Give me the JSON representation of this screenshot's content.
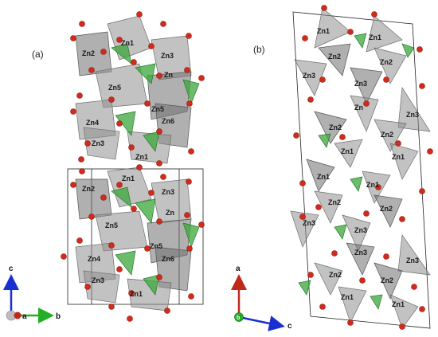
{
  "panels": [
    {
      "label": "(a)",
      "axes": {
        "vertical": "c",
        "horizontal": "b",
        "origin": "a"
      }
    },
    {
      "label": "(b)",
      "axes": {
        "vertical": "a",
        "horizontal": "c",
        "origin": "b"
      }
    }
  ],
  "site_labels": {
    "zn1": "Zn1",
    "zn2": "Zn2",
    "zn3": "Zn3",
    "zn4": "Zn4",
    "zn5": "Zn5",
    "zn6": "Zn6",
    "zn_partial": "Zn"
  },
  "colors": {
    "zinc_polyhedron": "#8f8f8f",
    "phosphate_tetrahedron": "#3aa63a",
    "oxygen": "#d42a1c",
    "axis_c": "#1a2fd1",
    "axis_b": "#22b022",
    "axis_a": "#c0281c"
  }
}
